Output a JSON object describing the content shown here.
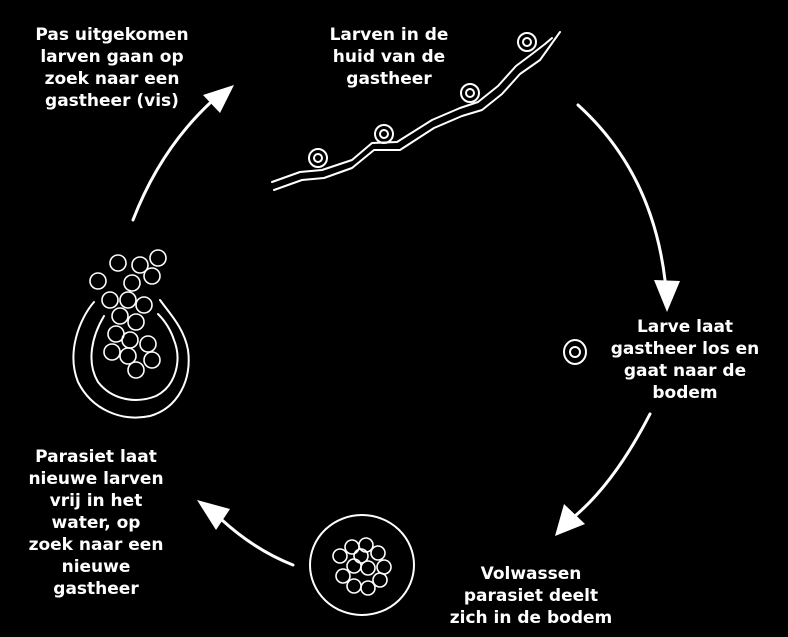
{
  "colors": {
    "background": "#000000",
    "foreground": "#ffffff"
  },
  "stages": [
    {
      "id": "hatched-larvae",
      "text": "Pas uitgekomen\nlarven gaan op\nzoek naar een\ngastheer (vis)"
    },
    {
      "id": "larvae-in-skin",
      "text": "Larven in de\nhuid van de\ngastheer"
    },
    {
      "id": "larva-leaves-host",
      "text": "Larve laat\ngastheer los en\ngaat naar de\nbodem"
    },
    {
      "id": "adult-divides",
      "text": "Volwassen\nparasiet deelt\nzich in de bodem"
    },
    {
      "id": "releases-larvae",
      "text": "Parasiet laat\nnieuwe larven\nvrij in het\nwater, op\nzoek naar een\nnieuwe\ngastheer"
    }
  ],
  "icons": {
    "skin": "fish-skin-with-larvae-icon",
    "larva": "single-larva-icon",
    "cyst": "dividing-parasite-cyst-icon",
    "sac": "larvae-release-sac-icon",
    "arrow": "cycle-arrow-icon"
  }
}
